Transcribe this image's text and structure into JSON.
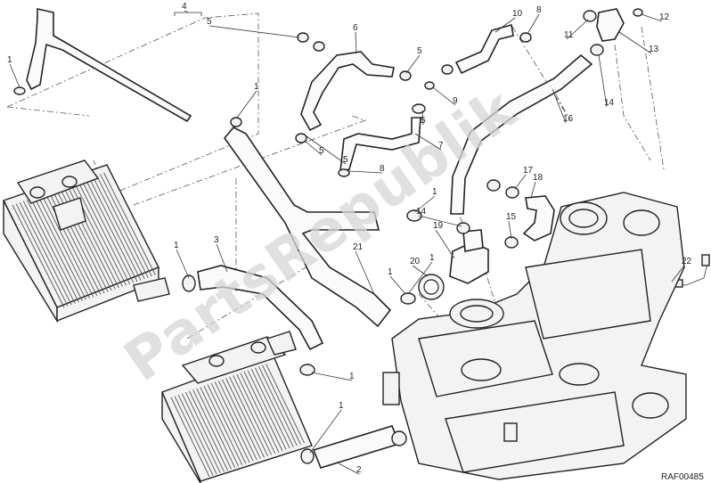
{
  "diagram": {
    "watermark": "PartsRepublik",
    "reference_code": "RAF00485",
    "callouts": [
      "1",
      "1",
      "1",
      "1",
      "1",
      "1",
      "1",
      "1",
      "2",
      "3",
      "4",
      "5",
      "5",
      "5",
      "5",
      "5",
      "6",
      "7",
      "8",
      "8",
      "9",
      "10",
      "11",
      "12",
      "13",
      "14",
      "14",
      "15",
      "16",
      "17",
      "18",
      "19",
      "20",
      "21",
      "22"
    ]
  },
  "colors": {
    "line": "#222222",
    "watermark": "#d6d6d6",
    "background": "#ffffff"
  }
}
